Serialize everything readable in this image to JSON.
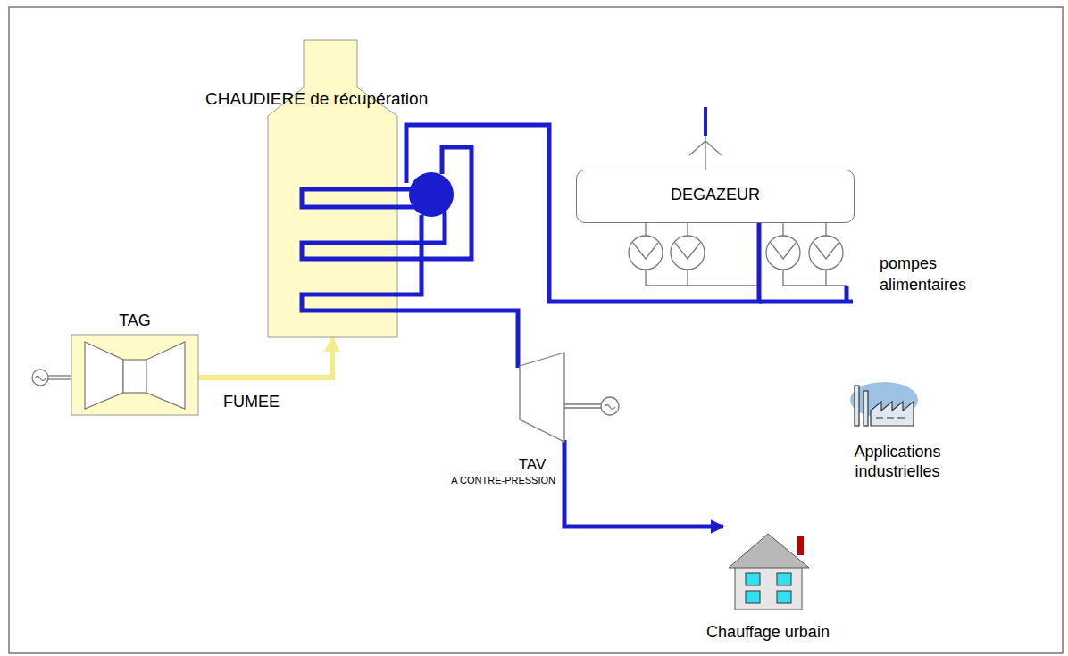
{
  "diagram": {
    "nodes": [
      {
        "text": [
          "CHAUDIERE de récupération"
        ]
      },
      {
        "text": [
          "DEGAZEUR"
        ]
      },
      {
        "text": [
          "TAG"
        ]
      },
      {
        "text": [
          "TAV",
          "A CONTRE-PRESSION"
        ]
      },
      {
        "text": [
          "Applications industrielles"
        ]
      },
      {
        "text": [
          "Chauffage urbain"
        ]
      }
    ],
    "edges": [
      {
        "from": 2,
        "to": 0,
        "label": "FUMEE",
        "arrow": "to"
      },
      {
        "from": 1,
        "to": 0,
        "arrow": "none"
      },
      {
        "from": 0,
        "to": 3,
        "arrow": "none"
      },
      {
        "from": 3,
        "to": 5,
        "arrow": "to"
      }
    ],
    "labels": [
      "pompes alimentaires"
    ]
  }
}
